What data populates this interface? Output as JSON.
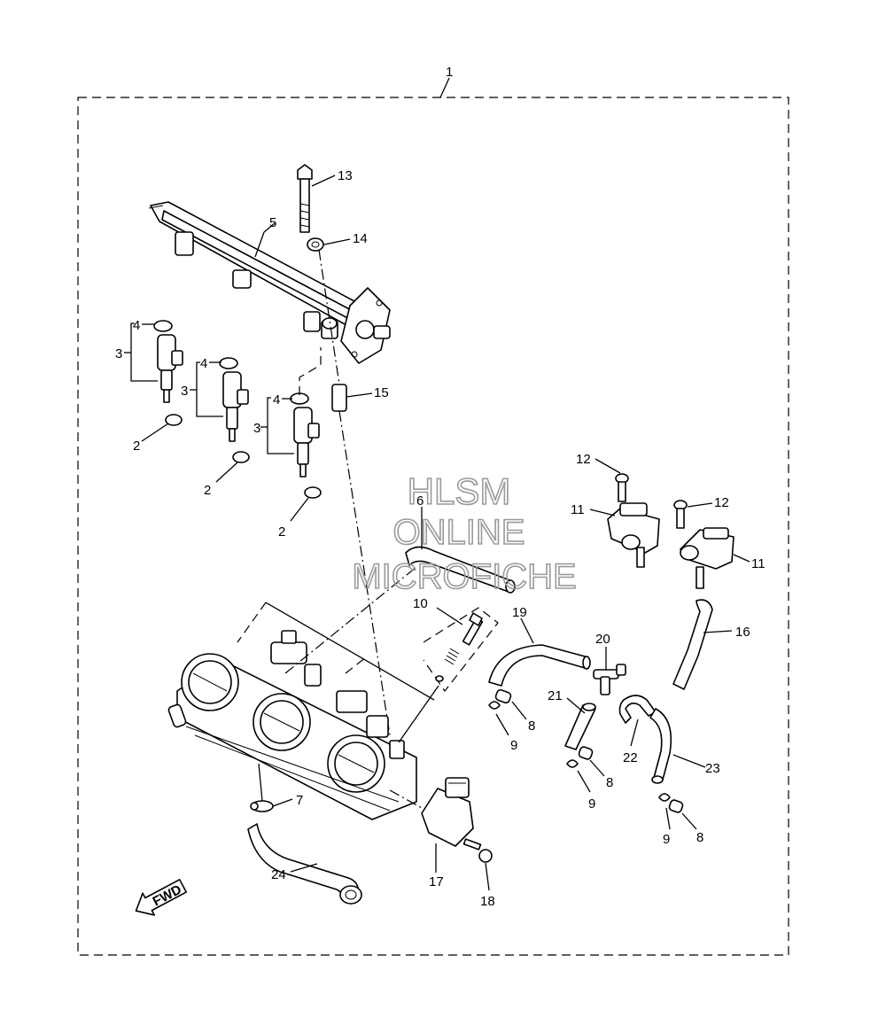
{
  "diagram": {
    "assembly_callout": "1",
    "callouts": {
      "c2a": "2",
      "c2b": "2",
      "c2c": "2",
      "c3a": "3",
      "c3b": "3",
      "c3c": "3",
      "c4a": "4",
      "c4b": "4",
      "c4c": "4",
      "c5": "5",
      "c6": "6",
      "c7": "7",
      "c8a": "8",
      "c8b": "8",
      "c8c": "8",
      "c9a": "9",
      "c9b": "9",
      "c9c": "9",
      "c10": "10",
      "c11a": "11",
      "c11b": "11",
      "c12a": "12",
      "c12b": "12",
      "c13": "13",
      "c14": "14",
      "c15": "15",
      "c16": "16",
      "c17": "17",
      "c18": "18",
      "c19": "19",
      "c20": "20",
      "c21": "21",
      "c22": "22",
      "c23": "23",
      "c24": "24"
    },
    "fwd_label": "FWD"
  },
  "watermark": {
    "line1": "HLSM",
    "line2": "ONLINE",
    "line3": "MICROFICHE"
  }
}
